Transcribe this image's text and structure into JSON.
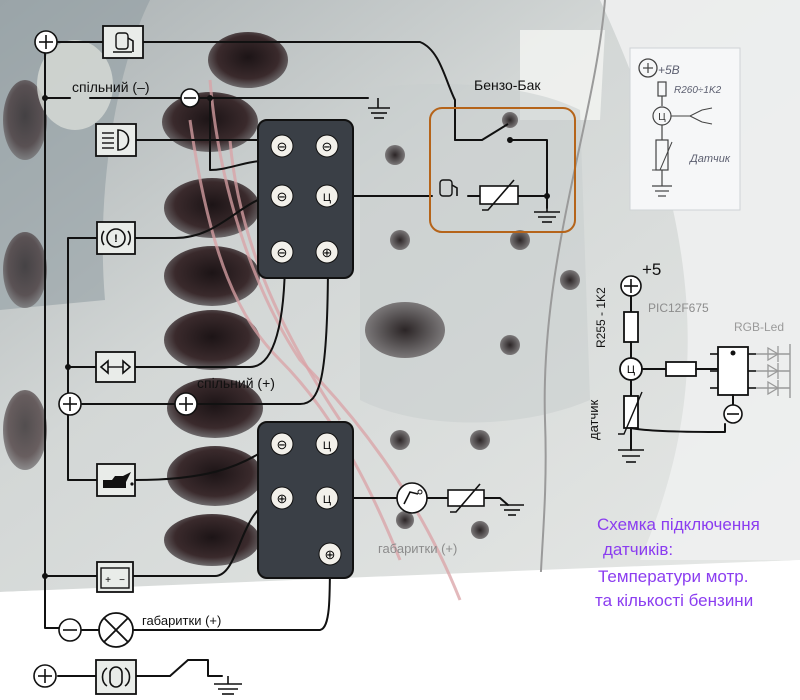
{
  "labels": {
    "common_minus": "спільний (–)",
    "common_plus": "спільний (+)",
    "benzo_bak": "Бензо-Бак",
    "gabaritky_block": "габаритки (+)",
    "gabaritky_lamp": "габаритки (+)",
    "plus5": "+5",
    "resistor": "R255 - 1K2",
    "mcu": "PIC12F675",
    "led": "RGB-Led",
    "sensor": "датчик",
    "pin_c": "Ц"
  },
  "note": {
    "plus5": "+5В",
    "resistor": "R260÷1K2",
    "pin_c": "Ц",
    "sensor": "Датчик"
  },
  "caption": {
    "line1": "Схемка підключення",
    "line2": "датчиків:",
    "line3": "Температури  мотр.",
    "line4": "та кількості бензини"
  },
  "colors": {
    "caption": "#8b3df0",
    "tank_box": "#b5641a",
    "grey_text": "#8c8c8c",
    "panel_dark": "#3a3f46"
  },
  "icons": [
    "fuel-gauge-icon",
    "headlight-icon",
    "brake-warning-icon",
    "turn-signal-icon",
    "oil-can-icon",
    "battery-icon",
    "parking-lamp-icon",
    "coolant-temp-icon",
    "ground-icon",
    "plus-terminal-icon",
    "minus-terminal-icon",
    "switch-icon",
    "thermistor-icon"
  ]
}
